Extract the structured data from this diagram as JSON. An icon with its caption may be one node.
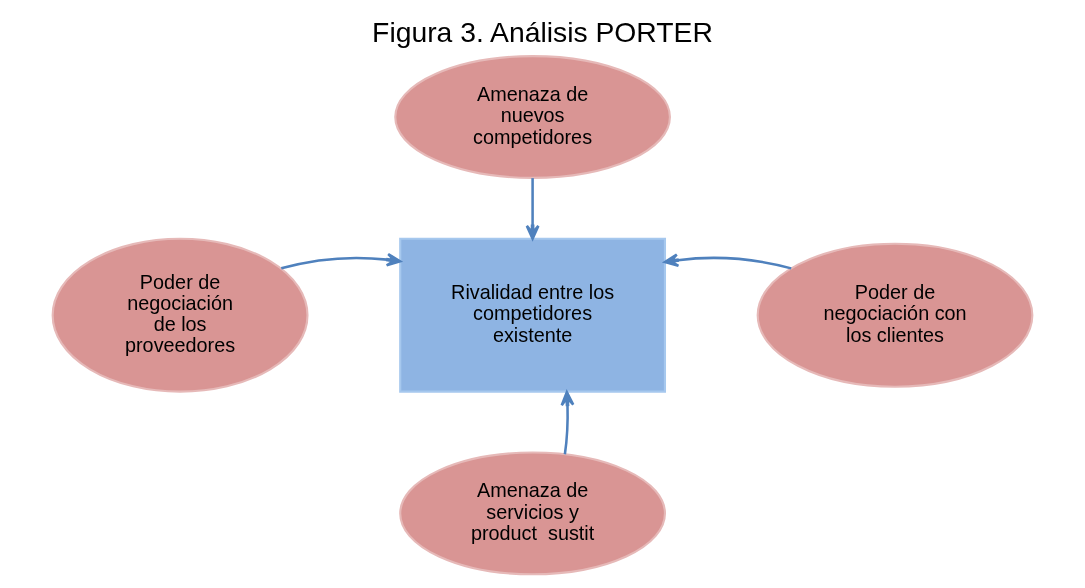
{
  "diagram": {
    "title": "Figura 3. Análisis PORTER",
    "nodes": [
      {
        "text": [
          "Amenaza de nuevos competidores"
        ]
      },
      {
        "text": [
          "Poder de negociación de los proveedores"
        ]
      },
      {
        "text": [
          "Rivalidad entre los competidores existente"
        ]
      },
      {
        "text": [
          "Poder de negociación con los clientes"
        ]
      },
      {
        "text": [
          "Amenaza de servicios y product  sustit"
        ]
      }
    ],
    "edges": [
      {
        "from": 0,
        "to": 2,
        "arrow": "to"
      },
      {
        "from": 1,
        "to": 2,
        "arrow": "to"
      },
      {
        "from": 3,
        "to": 2,
        "arrow": "to"
      },
      {
        "from": 4,
        "to": 2,
        "arrow": "to"
      }
    ]
  }
}
